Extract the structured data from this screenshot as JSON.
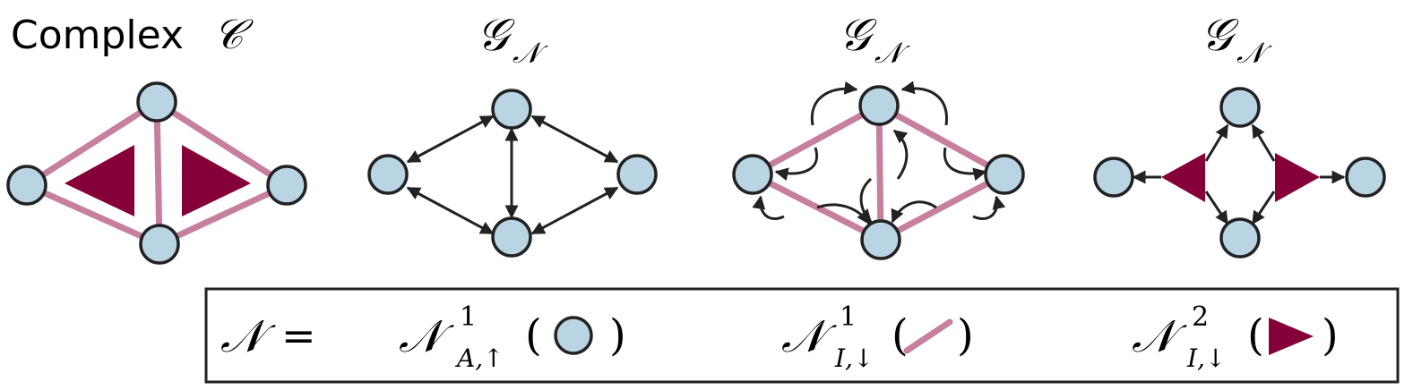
{
  "panels": [
    {
      "id": "complex",
      "title_prefix": "Complex",
      "title_symbol": "𝒞"
    },
    {
      "id": "graph-adjacency",
      "title_base": "𝒢",
      "title_sub": "𝒩"
    },
    {
      "id": "graph-incidence-edges",
      "title_base": "𝒢",
      "title_sub": "𝒩"
    },
    {
      "id": "graph-incidence-faces",
      "title_base": "𝒢",
      "title_sub": "𝒩"
    }
  ],
  "legend": {
    "lhs_symbol": "𝒩",
    "equals": "=",
    "terms": [
      {
        "base": "𝒩",
        "sup": "1",
        "sub": "A,↑",
        "open": "(",
        "close": ")",
        "glyph": "node-circle"
      },
      {
        "base": "𝒩",
        "sup": "1",
        "sub": "I,↓",
        "open": "(",
        "close": ")",
        "glyph": "edge-line"
      },
      {
        "base": "𝒩",
        "sup": "2",
        "sub": "I,↓",
        "open": "(",
        "close": ")",
        "glyph": "face-triangle"
      }
    ]
  },
  "colors": {
    "node_fill": "#b9d4e2",
    "node_stroke": "#222222",
    "edge": "#c6809d",
    "face": "#850039",
    "arrow": "#222222"
  }
}
